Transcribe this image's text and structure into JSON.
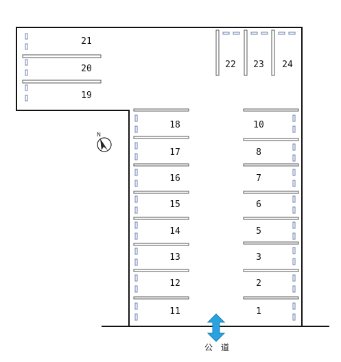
{
  "map": {
    "compass": {
      "label": "N",
      "icon": "north-arrow-icon"
    },
    "road": {
      "label": "公　道",
      "icon": "entrance-double-arrow-icon",
      "arrow_color": "#29a3e0"
    },
    "colors": {
      "outline": "#111111",
      "stopper": "#6b7fb0",
      "divider": "#555555"
    },
    "spaces": {
      "s1": "1",
      "s2": "2",
      "s3": "3",
      "s5": "5",
      "s6": "6",
      "s7": "7",
      "s8": "8",
      "s10": "10",
      "s11": "11",
      "s12": "12",
      "s13": "13",
      "s14": "14",
      "s15": "15",
      "s16": "16",
      "s17": "17",
      "s18": "18",
      "s19": "19",
      "s20": "20",
      "s21": "21",
      "s22": "22",
      "s23": "23",
      "s24": "24"
    }
  }
}
